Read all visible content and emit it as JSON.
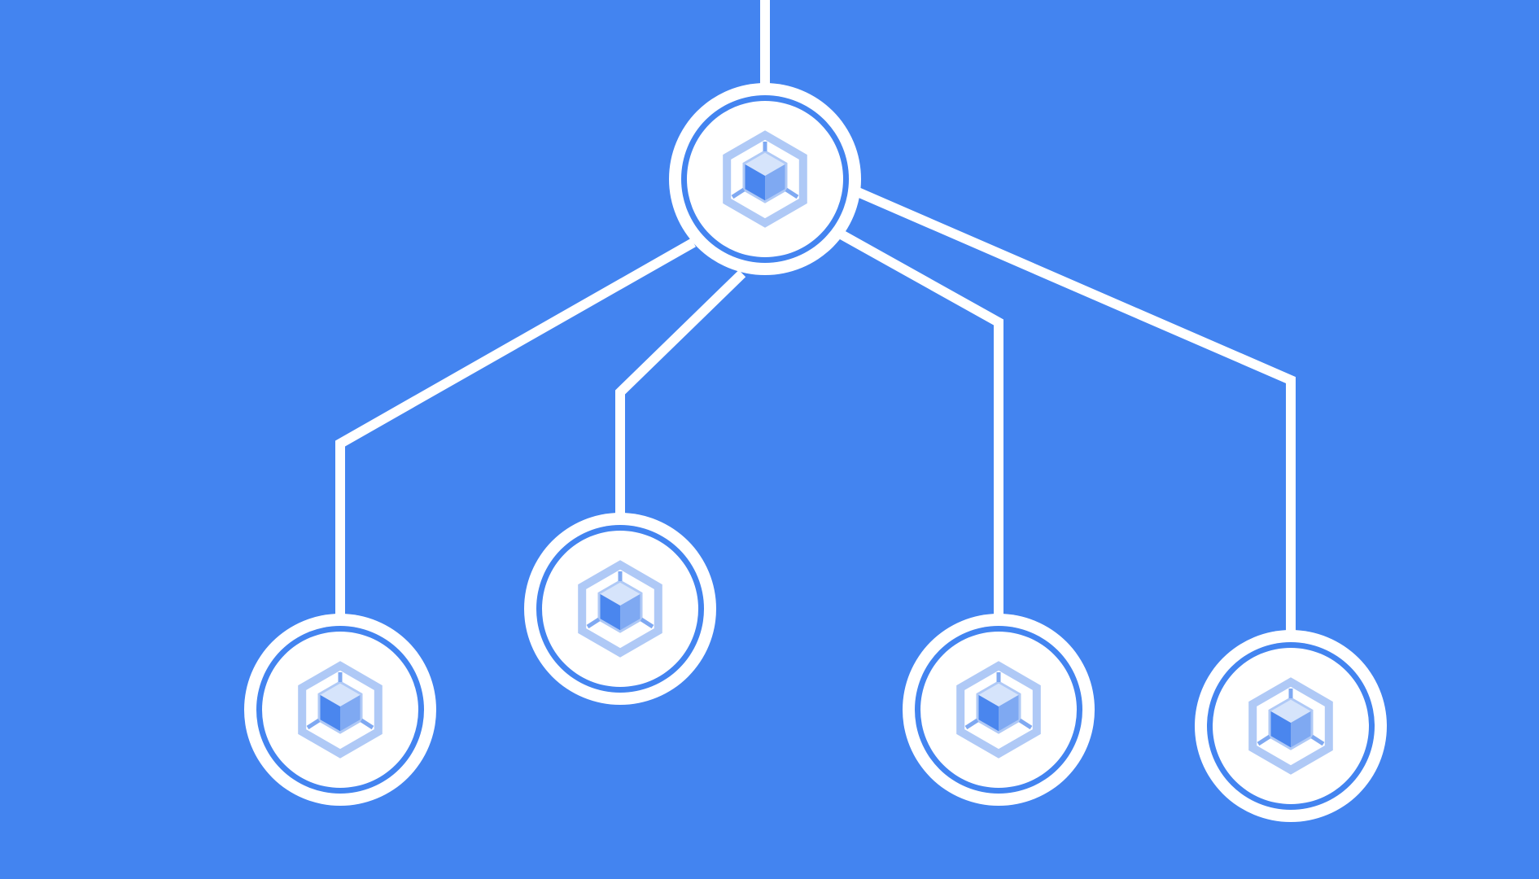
{
  "diagram": {
    "type": "tree",
    "colors": {
      "background": "#4384F0",
      "line": "#FFFFFF",
      "node_fill": "#FFFFFF",
      "icon_light": "#AFC9F6",
      "icon_mid": "#7FA9F2",
      "icon_dark": "#4A86EE",
      "icon_face": "#D6E4FB"
    },
    "nodes": [
      {
        "id": "root",
        "icon": "cube-node-icon"
      },
      {
        "id": "child-1",
        "icon": "cube-node-icon"
      },
      {
        "id": "child-2",
        "icon": "cube-node-icon"
      },
      {
        "id": "child-3",
        "icon": "cube-node-icon"
      },
      {
        "id": "child-4",
        "icon": "cube-node-icon"
      }
    ],
    "edges": [
      {
        "from": "top-edge",
        "to": "root"
      },
      {
        "from": "root",
        "to": "child-1"
      },
      {
        "from": "root",
        "to": "child-2"
      },
      {
        "from": "root",
        "to": "child-3"
      },
      {
        "from": "root",
        "to": "child-4"
      }
    ]
  }
}
